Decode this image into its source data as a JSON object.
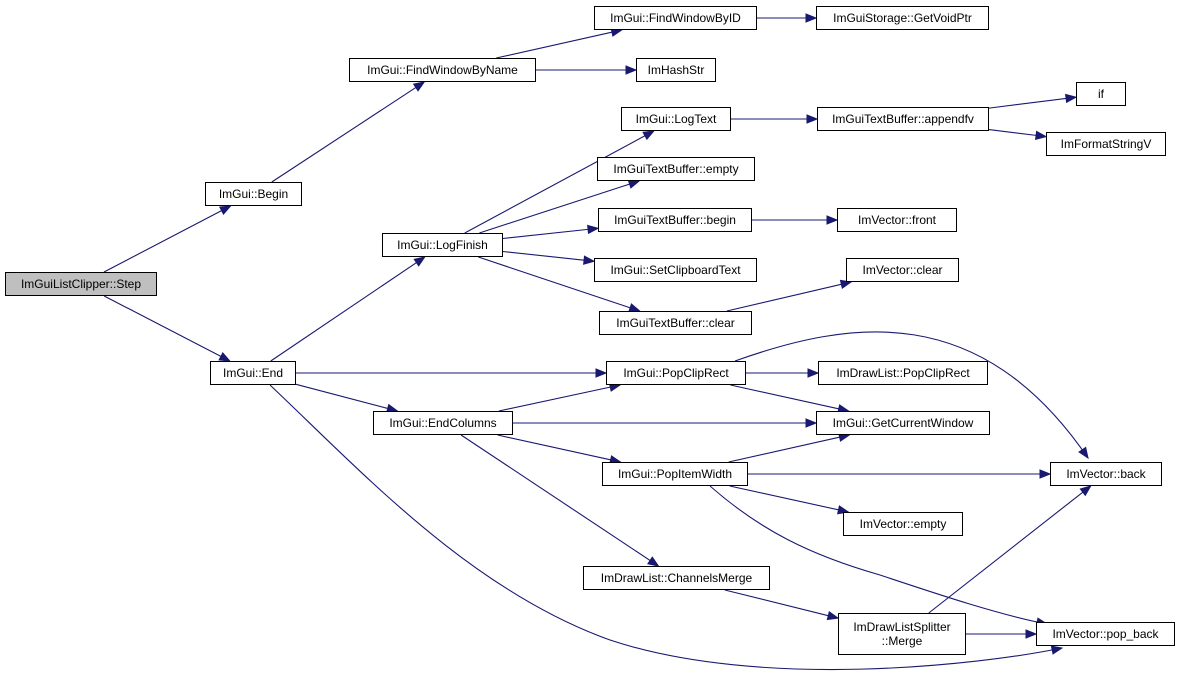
{
  "nodes": [
    {
      "id": "root",
      "label": "ImGuiListClipper::Step",
      "current": true
    },
    {
      "id": "begin",
      "label": "ImGui::Begin"
    },
    {
      "id": "end",
      "label": "ImGui::End"
    },
    {
      "id": "findWindowByName",
      "label": "ImGui::FindWindowByName"
    },
    {
      "id": "findWindowByID",
      "label": "ImGui::FindWindowByID"
    },
    {
      "id": "getVoidPtr",
      "label": "ImGuiStorage::GetVoidPtr"
    },
    {
      "id": "imHashStr",
      "label": "ImHashStr"
    },
    {
      "id": "logFinish",
      "label": "ImGui::LogFinish"
    },
    {
      "id": "logText",
      "label": "ImGui::LogText"
    },
    {
      "id": "appendfv",
      "label": "ImGuiTextBuffer::appendfv"
    },
    {
      "id": "if",
      "label": "if"
    },
    {
      "id": "imFormatStringV",
      "label": "ImFormatStringV"
    },
    {
      "id": "tbEmpty",
      "label": "ImGuiTextBuffer::empty"
    },
    {
      "id": "tbBegin",
      "label": "ImGuiTextBuffer::begin"
    },
    {
      "id": "vecFront",
      "label": "ImVector::front"
    },
    {
      "id": "setClipboardText",
      "label": "ImGui::SetClipboardText"
    },
    {
      "id": "vecClear",
      "label": "ImVector::clear"
    },
    {
      "id": "tbClear",
      "label": "ImGuiTextBuffer::clear"
    },
    {
      "id": "popClipRect",
      "label": "ImGui::PopClipRect"
    },
    {
      "id": "dlPopClipRect",
      "label": "ImDrawList::PopClipRect"
    },
    {
      "id": "endColumns",
      "label": "ImGui::EndColumns"
    },
    {
      "id": "getCurrentWindow",
      "label": "ImGui::GetCurrentWindow"
    },
    {
      "id": "popItemWidth",
      "label": "ImGui::PopItemWidth"
    },
    {
      "id": "vecBack",
      "label": "ImVector::back"
    },
    {
      "id": "vecEmpty",
      "label": "ImVector::empty"
    },
    {
      "id": "channelsMerge",
      "label": "ImDrawList::ChannelsMerge"
    },
    {
      "id": "splitterMerge",
      "label": "ImDrawListSplitter\n::Merge"
    },
    {
      "id": "popBack",
      "label": "ImVector::pop_back"
    }
  ],
  "edges": [
    [
      "root",
      "begin"
    ],
    [
      "root",
      "end"
    ],
    [
      "begin",
      "findWindowByName"
    ],
    [
      "findWindowByName",
      "findWindowByID"
    ],
    [
      "findWindowByName",
      "imHashStr"
    ],
    [
      "findWindowByID",
      "getVoidPtr"
    ],
    [
      "end",
      "logFinish"
    ],
    [
      "end",
      "popClipRect"
    ],
    [
      "end",
      "endColumns"
    ],
    [
      "end",
      "popBack"
    ],
    [
      "logFinish",
      "logText"
    ],
    [
      "logFinish",
      "tbEmpty"
    ],
    [
      "logFinish",
      "tbBegin"
    ],
    [
      "logFinish",
      "setClipboardText"
    ],
    [
      "logFinish",
      "tbClear"
    ],
    [
      "logText",
      "appendfv"
    ],
    [
      "appendfv",
      "if"
    ],
    [
      "appendfv",
      "imFormatStringV"
    ],
    [
      "tbBegin",
      "vecFront"
    ],
    [
      "tbClear",
      "vecClear"
    ],
    [
      "popClipRect",
      "dlPopClipRect"
    ],
    [
      "popClipRect",
      "getCurrentWindow"
    ],
    [
      "popClipRect",
      "vecBack"
    ],
    [
      "endColumns",
      "popClipRect"
    ],
    [
      "endColumns",
      "getCurrentWindow"
    ],
    [
      "endColumns",
      "popItemWidth"
    ],
    [
      "endColumns",
      "channelsMerge"
    ],
    [
      "popItemWidth",
      "getCurrentWindow"
    ],
    [
      "popItemWidth",
      "vecBack"
    ],
    [
      "popItemWidth",
      "vecEmpty"
    ],
    [
      "popItemWidth",
      "popBack"
    ],
    [
      "channelsMerge",
      "splitterMerge"
    ],
    [
      "splitterMerge",
      "vecBack"
    ],
    [
      "splitterMerge",
      "popBack"
    ]
  ]
}
